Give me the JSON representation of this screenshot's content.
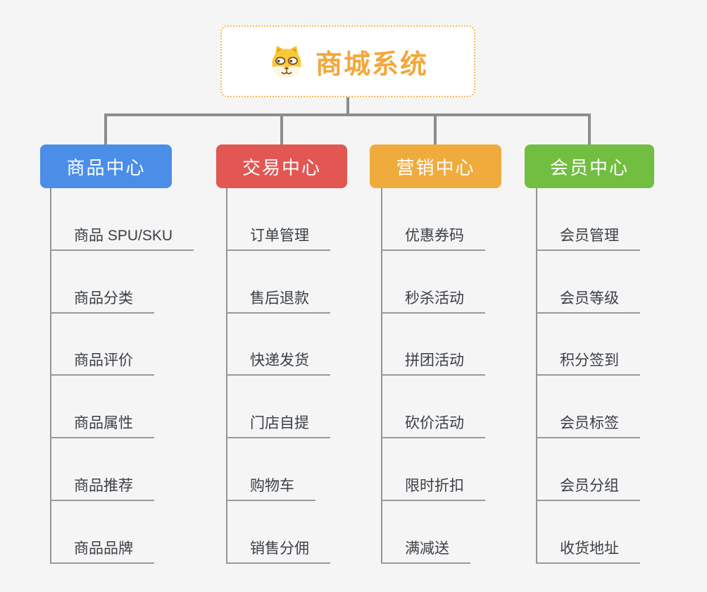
{
  "root": {
    "title": "商城系统",
    "icon": "dog-face-icon"
  },
  "branches": [
    {
      "label": "商品中心",
      "color": "#4a8ee8",
      "items": [
        "商品 SPU/SKU",
        "商品分类",
        "商品评价",
        "商品属性",
        "商品推荐",
        "商品品牌"
      ]
    },
    {
      "label": "交易中心",
      "color": "#e25752",
      "items": [
        "订单管理",
        "售后退款",
        "快递发货",
        "门店自提",
        "购物车",
        "销售分佣"
      ]
    },
    {
      "label": "营销中心",
      "color": "#efac3d",
      "items": [
        "优惠券码",
        "秒杀活动",
        "拼团活动",
        "砍价活动",
        "限时折扣",
        "满减送"
      ]
    },
    {
      "label": "会员中心",
      "color": "#72be41",
      "items": [
        "会员管理",
        "会员等级",
        "积分签到",
        "会员标签",
        "会员分组",
        "收货地址"
      ]
    }
  ],
  "colors": {
    "canvas_bg": "#f5f5f5",
    "root_title": "#f2a83c",
    "root_border": "#f5b959",
    "connector": "#8d8d8d"
  }
}
